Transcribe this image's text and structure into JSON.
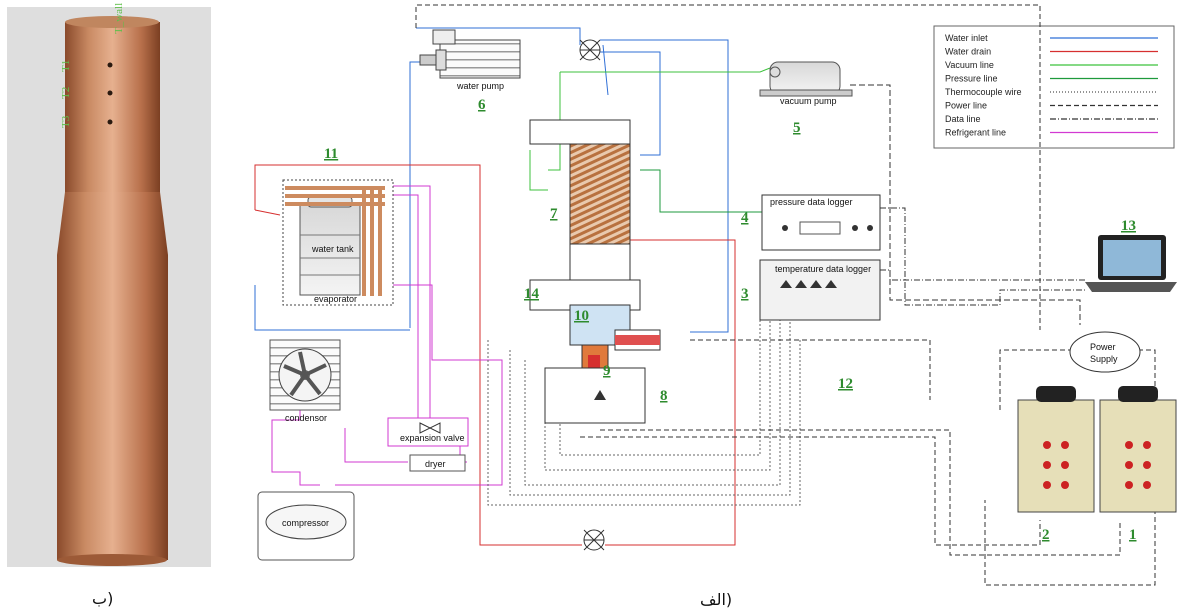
{
  "photo": {
    "labels": [
      "T_wall",
      "T1",
      "T2",
      "T3"
    ],
    "caption": "ب)"
  },
  "schematic": {
    "caption": "الف)",
    "components": {
      "water_pump": "water pump",
      "vacuum_pump": "vacuum pump",
      "pressure_logger": "pressure data logger",
      "temperature_logger": "temperature data logger",
      "water_tank": "water tank",
      "evaporator": "evaporator",
      "condensor": "condensor",
      "expansion_valve": "expansion valve",
      "dryer": "dryer",
      "compressor": "compressor",
      "power_supply_line1": "Power",
      "power_supply_line2": "Supply"
    },
    "numbers": [
      "1",
      "2",
      "3",
      "4",
      "5",
      "6",
      "7",
      "8",
      "9",
      "10",
      "11",
      "12",
      "13",
      "14"
    ]
  },
  "legend": {
    "items": [
      {
        "label": "Water inlet",
        "color": "#2f6fd6",
        "dash": "solid"
      },
      {
        "label": "Water drain",
        "color": "#d62f2f",
        "dash": "solid"
      },
      {
        "label": "Vacuum line",
        "color": "#3cc23c",
        "dash": "solid"
      },
      {
        "label": "Pressure line",
        "color": "#1e9a3c",
        "dash": "solid"
      },
      {
        "label": "Thermocouple wire",
        "color": "#555555",
        "dash": "dot"
      },
      {
        "label": "Power line",
        "color": "#333333",
        "dash": "dash"
      },
      {
        "label": "Data line",
        "color": "#333333",
        "dash": "dashdot"
      },
      {
        "label": "Refrigerant line",
        "color": "#d23ad2",
        "dash": "solid"
      }
    ]
  }
}
